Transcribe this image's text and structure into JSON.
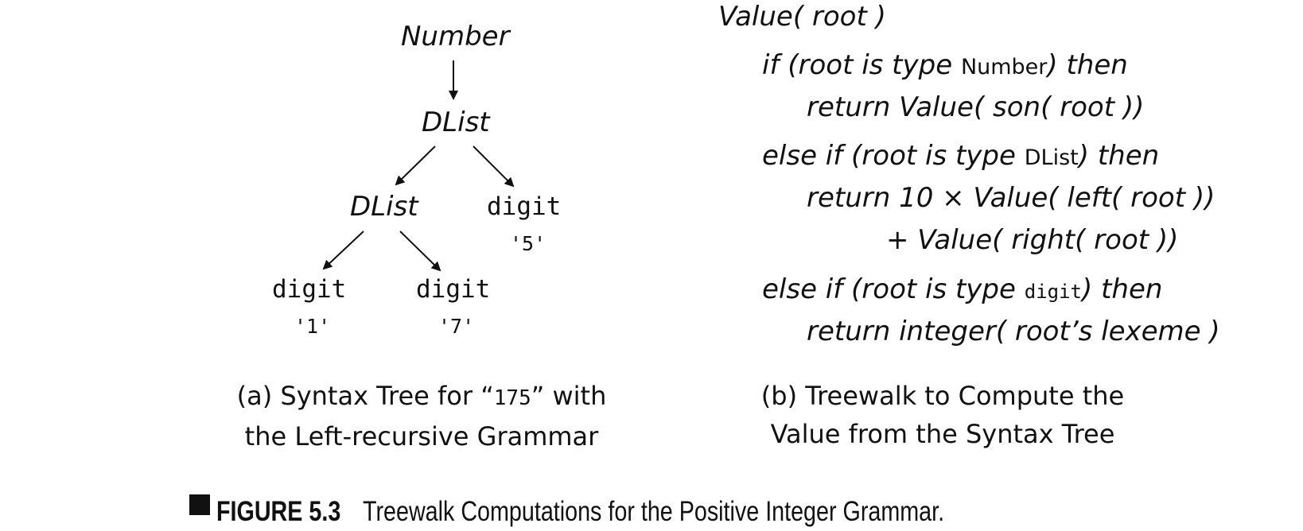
{
  "tree": {
    "root": "Number",
    "dlist_top": "DList",
    "dlist_inner": "DList",
    "digit_5": "digit",
    "lex_5": "'5'",
    "digit_1": "digit",
    "lex_1": "'1'",
    "digit_7": "digit",
    "lex_7": "'7'"
  },
  "caption_a": {
    "line1_pre": "(a) Syntax Tree for “",
    "line1_code": "175",
    "line1_post": "” with",
    "line2": "the Left-recursive Grammar"
  },
  "code": {
    "l1": "Value( root )",
    "l2_pre": "if (root is type ",
    "l2_type": "Number",
    "l2_post": ") then",
    "l3": "return Value( son( root ))",
    "l4_pre": "else if (root is type ",
    "l4_type": "DList",
    "l4_post": ") then",
    "l5": "return 10 × Value( left( root ))",
    "l6": "+ Value( right( root ))",
    "l7_pre": "else if (root is type ",
    "l7_type": "digit",
    "l7_post": ") then",
    "l8": "return integer( root’s lexeme )"
  },
  "caption_b": {
    "line1": "(b) Treewalk to Compute the",
    "line2": "Value from the Syntax Tree"
  },
  "figure": {
    "label": "FIGURE 5.3",
    "title": "Treewalk Computations for the Positive Integer Grammar."
  }
}
